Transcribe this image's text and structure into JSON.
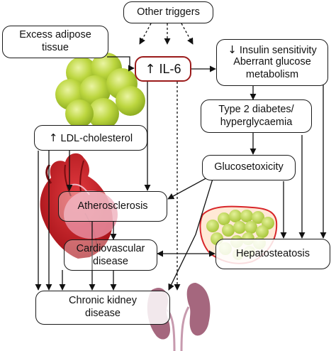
{
  "nodes": {
    "other_triggers": "Other triggers",
    "excess_adipose_line1": "Excess adipose",
    "excess_adipose_line2": "tissue",
    "il6_arrow": "↑",
    "il6": "IL-6",
    "insulin_arrow": "↓",
    "insulin_line1": "Insulin sensitivity",
    "insulin_line2": "Aberrant glucose",
    "insulin_line3": "metabolism",
    "diabetes_line1": "Type 2 diabetes/",
    "diabetes_line2": "hyperglycaemia",
    "ldl_arrow": "↑",
    "ldl": "LDL-cholesterol",
    "glucotoxicity": "Glucosetoxicity",
    "atherosclerosis": "Atherosclerosis",
    "cardio_line1": "Cardiovascular",
    "cardio_line2": "disease",
    "hepatosteatosis": "Hepatosteatosis",
    "ckd_line1": "Chronic kidney",
    "ckd_line2": "disease"
  },
  "colors": {
    "box_border": "#1a1a1a",
    "il6_border": "#9b1b1b",
    "adipocyte_fill": "#b8d23a",
    "adipocyte_highlight": "#e6f09a",
    "heart_red": "#c41e24",
    "heart_pink": "#e88da0",
    "liver_outline": "#d8262a",
    "kidney_mauve": "#a5677e"
  },
  "icons": [
    "adipocyte-cluster-illustration",
    "heart-illustration",
    "liver-illustration",
    "kidneys-illustration"
  ]
}
